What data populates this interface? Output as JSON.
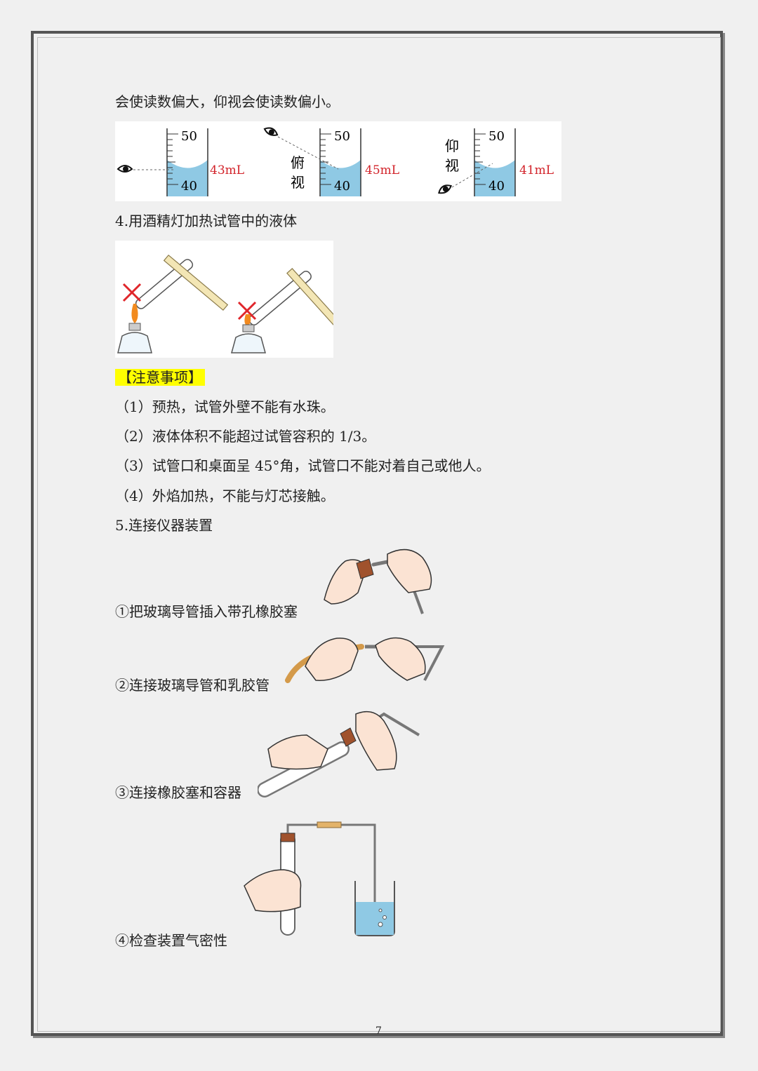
{
  "intro_line": "会使读数偏大，仰视会使读数偏小。",
  "cylinder_figure": {
    "tick_top": "50",
    "tick_bottom": "40",
    "readings": [
      "43mL",
      "45mL",
      "41mL"
    ],
    "label_fushi": [
      "俯",
      "视"
    ],
    "label_yangshi": [
      "仰",
      "视"
    ],
    "reading_color": "#d2232a",
    "liquid_color": "#8fc9e4"
  },
  "section4_title": "4.用酒精灯加热试管中的液体",
  "notes": {
    "tag": "【注意事项】",
    "items": [
      "（1）预热，试管外壁不能有水珠。",
      "（2）液体体积不能超过试管容积的 1/3。",
      "（3）试管口和桌面呈 45°角，试管口不能对着自己或他人。",
      "（4）外焰加热，不能与灯芯接触。"
    ]
  },
  "section5_title": "5.连接仪器装置",
  "steps": [
    "①把玻璃导管插入带孔橡胶塞",
    "②连接玻璃导管和乳胶管",
    "③连接橡胶塞和容器",
    "④检查装置气密性"
  ],
  "page_number": "7"
}
